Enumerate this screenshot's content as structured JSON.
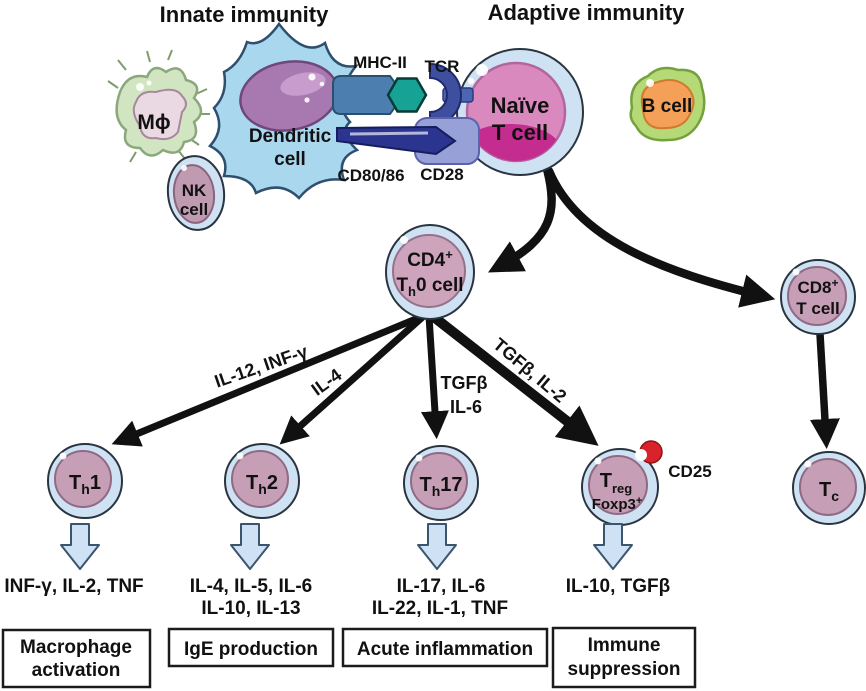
{
  "titles": {
    "innate": "Innate immunity",
    "adaptive": "Adaptive immunity"
  },
  "innate_cells": {
    "macrophage_label": "Mϕ",
    "dendritic_line1": "Dendritic",
    "dendritic_line2": "cell",
    "nk_line1": "NK",
    "nk_line2": "cell"
  },
  "adaptive_cells": {
    "naive_line1": "Naïve",
    "naive_line2": "T cell",
    "b_cell": "B cell"
  },
  "synapse": {
    "mhc2": "MHC-II",
    "tcr": "TCR",
    "cd80": "CD80/86",
    "cd28": "CD28"
  },
  "intermediate": {
    "cd4": {
      "base": "CD4",
      "sup": "+"
    },
    "th0": {
      "base": "T",
      "sub": "h",
      "rest": "0 cell"
    },
    "cd8": {
      "base": "CD8",
      "sup": "+",
      "line2": "T cell"
    }
  },
  "pathways": {
    "th1_label": "IL-12, INF-γ",
    "th2_label": "IL-4",
    "th17_label_line1": "TGFβ",
    "th17_label_line2": "IL-6",
    "treg_label": "TGFβ, IL-2"
  },
  "effector_cells": {
    "th1": {
      "base": "T",
      "sub": "h",
      "rest": "1"
    },
    "th2": {
      "base": "T",
      "sub": "h",
      "rest": "2"
    },
    "th17": {
      "base": "T",
      "sub": "h",
      "rest": "17"
    },
    "treg": {
      "base": "T",
      "sub": "reg"
    },
    "foxp3": {
      "base": "Foxp3",
      "sup": "+"
    },
    "cd25": "CD25",
    "tc": {
      "base": "T",
      "sub": "c"
    }
  },
  "secretions": {
    "th1": "INF-γ, IL-2, TNF",
    "th2_line1": "IL-4, IL-5, IL-6",
    "th2_line2": "IL-10, IL-13",
    "th17_line1": "IL-17, IL-6",
    "th17_line2": "IL-22, IL-1, TNF",
    "treg": "IL-10, TGFβ"
  },
  "outcomes": {
    "th1_line1": "Macrophage",
    "th1_line2": "activation",
    "th2": "IgE production",
    "th17": "Acute inflammation",
    "treg_line1": "Immune",
    "treg_line2": "suppression"
  },
  "palette": {
    "arrow_black": "#111111",
    "cell_ring_blue": "#cfe2f3",
    "cell_body_mauve": "#c69fb6",
    "naive_pink": "#d989be",
    "naive_magenta": "#c42c90",
    "macrophage_green": "#d2e5c2",
    "dendritic_blue": "#a9d8ee",
    "dendritic_nucleus": "#a878b0",
    "bcell_orange": "#f5a058",
    "bcell_green": "#b5d977",
    "mhc_blue": "#4c7fb0",
    "antigen_teal": "#16a295",
    "tcr_blue": "#3f4fa0",
    "cd28_periwinkle": "#98a0d8",
    "cd80_navy": "#2b3590",
    "cd25_red": "#d8232a",
    "foxp3_purple": "#5c55c8",
    "block_arrow_blue": "#cfe1f4"
  }
}
